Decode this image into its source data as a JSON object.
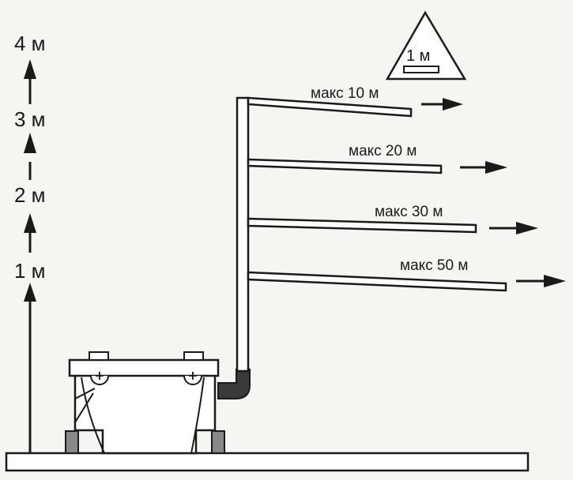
{
  "height_scale": {
    "labels": [
      "1 м",
      "2 м",
      "3 м",
      "4 м"
    ]
  },
  "pitch_sign": {
    "label": "1 м"
  },
  "pipes": [
    {
      "label": "макс 10 м"
    },
    {
      "label": "макс 20 м"
    },
    {
      "label": "макс 30 м"
    },
    {
      "label": "макс 50 м"
    }
  ],
  "colors": {
    "ink": "#1a1a1a",
    "fill": "#ffffff",
    "background": "#f6f5f2"
  }
}
